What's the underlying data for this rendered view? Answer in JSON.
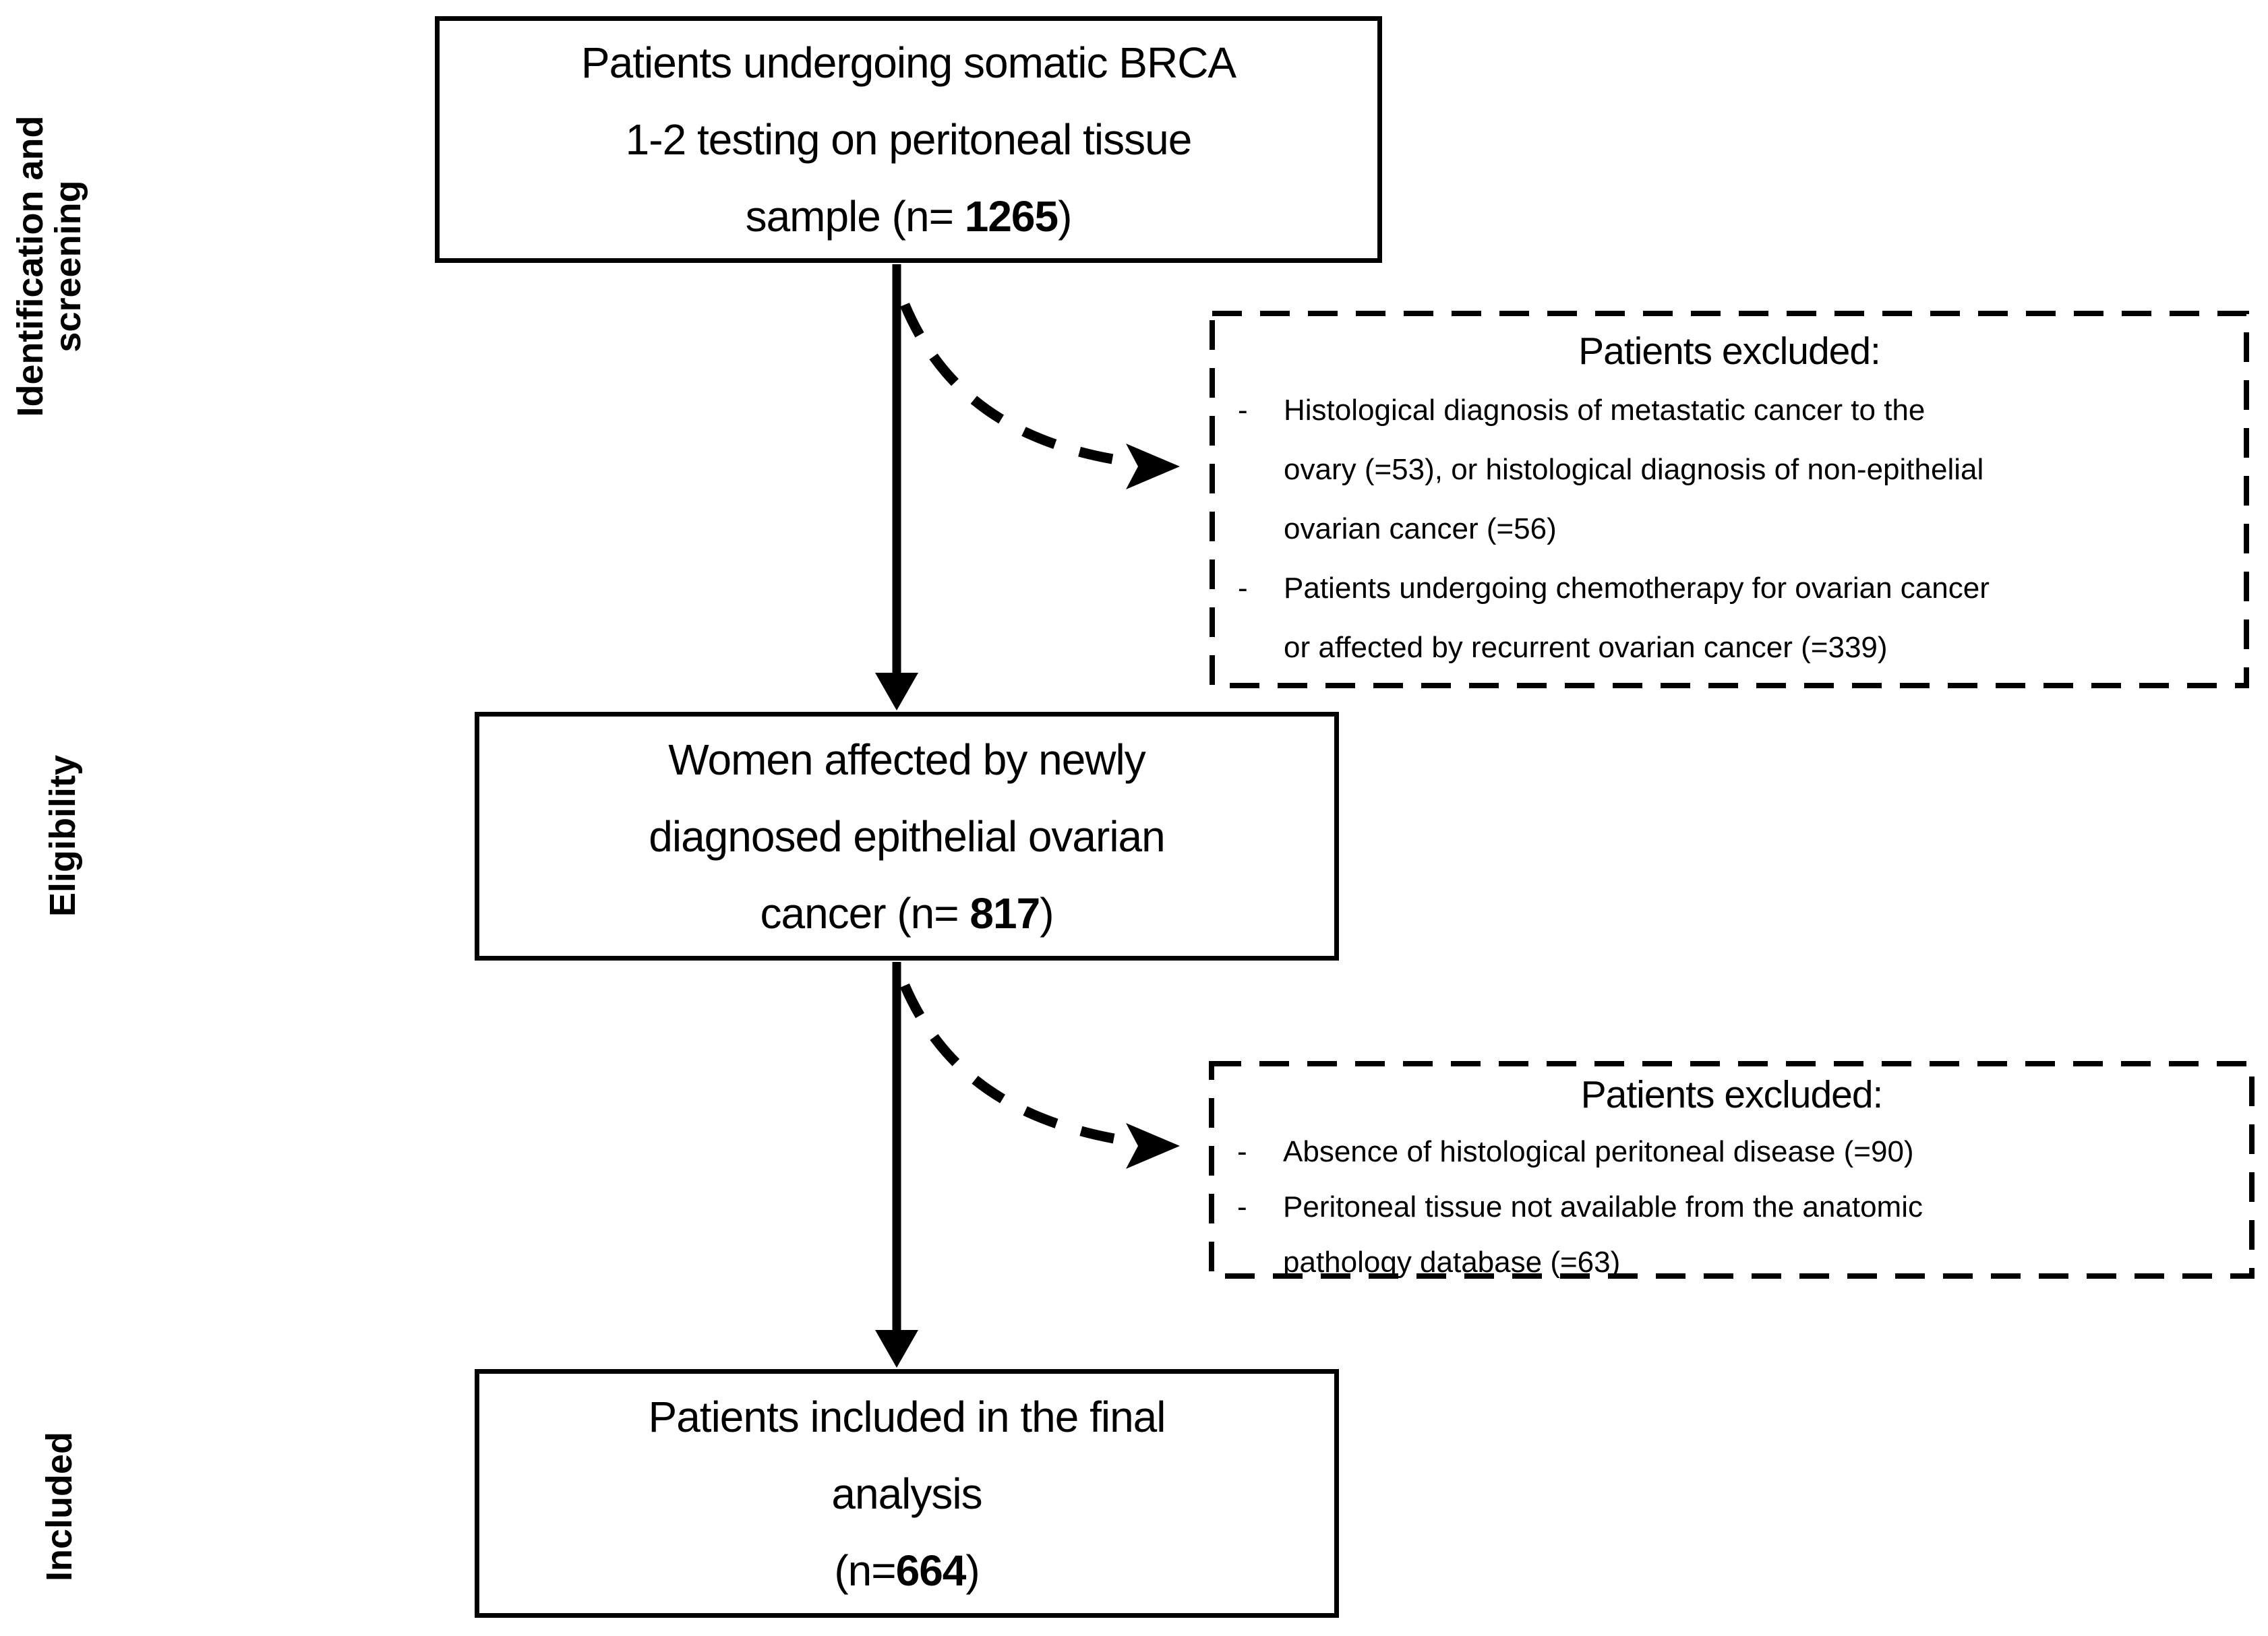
{
  "colors": {
    "ink": "#000000",
    "background": "#ffffff"
  },
  "diagram": {
    "labels": {
      "identification_line1": "Identification and",
      "identification_line2": "screening",
      "eligibility": "Eligibility",
      "included": "Included"
    },
    "top_box": {
      "line1": "Patients undergoing somatic BRCA",
      "line2": "1-2 testing on peritoneal tissue",
      "n_prefix": "sample (n= ",
      "n_value": "1265",
      "n_suffix": ")"
    },
    "middle_box": {
      "line1": "Women affected by newly",
      "line2": "diagnosed epithelial ovarian",
      "n_prefix": "cancer (n= ",
      "n_value": "817",
      "n_suffix": ")"
    },
    "bottom_box": {
      "line1": "Patients included in the final",
      "line2": "analysis",
      "n_prefix": "(n=",
      "n_value": "664",
      "n_suffix": ")"
    },
    "excluded_box_1": {
      "heading": "Patients excluded:",
      "bullet1_marker": "-",
      "bullet1_line1": "Histological diagnosis of metastatic  cancer to the",
      "bullet1_line2": "ovary (=53), or histological diagnosis of non-epithelial",
      "bullet1_line3": "ovarian cancer (=56)",
      "bullet2_marker": "-",
      "bullet2_line1": "Patients undergoing chemotherapy for ovarian cancer",
      "bullet2_line2": "or affected by recurrent ovarian cancer (=339)"
    },
    "excluded_box_2": {
      "heading": "Patients excluded:",
      "bullet1_marker": "-",
      "bullet1_line1": "Absence of histological peritoneal disease (=90)",
      "bullet2_marker": "-",
      "bullet2_line1": "Peritoneal tissue not available from the anatomic",
      "bullet2_line2": "pathology database (=63)"
    }
  }
}
